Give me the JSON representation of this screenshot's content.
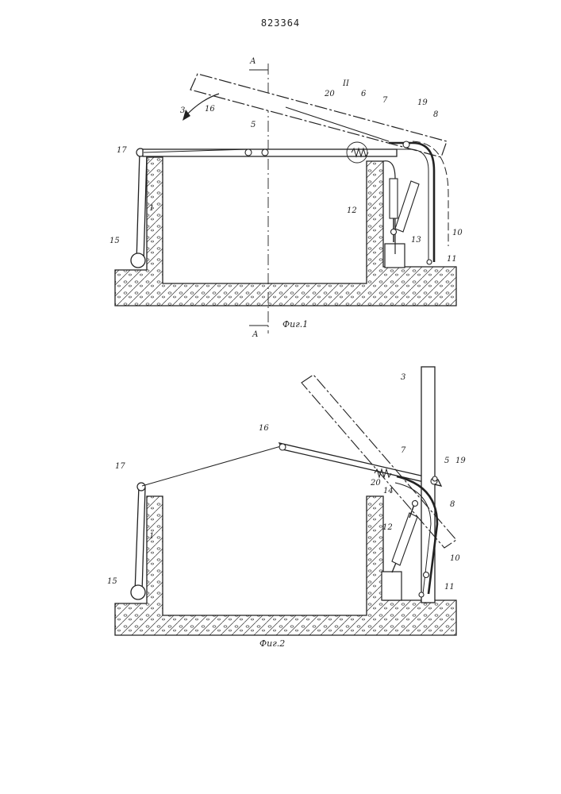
{
  "document": {
    "patent_number": "823364"
  },
  "figure1": {
    "caption": "Фиг.1",
    "section_mark": "А",
    "detail_mark": "II",
    "labels": {
      "n1": "1",
      "n3": "3",
      "n5": "5",
      "n6": "6",
      "n7": "7",
      "n8": "8",
      "n10": "10",
      "n11": "11",
      "n12": "12",
      "n13": "13",
      "n15": "15",
      "n16": "16",
      "n17": "17",
      "n19": "19",
      "n20": "20"
    }
  },
  "figure2": {
    "caption": "Фиг.2",
    "labels": {
      "n1": "1",
      "n3": "3",
      "n5": "5",
      "n7": "7",
      "n8": "8",
      "n10": "10",
      "n11": "11",
      "n12": "12",
      "n14": "14",
      "n15": "15",
      "n16": "16",
      "n17": "17",
      "n19": "19",
      "n20": "20"
    }
  }
}
